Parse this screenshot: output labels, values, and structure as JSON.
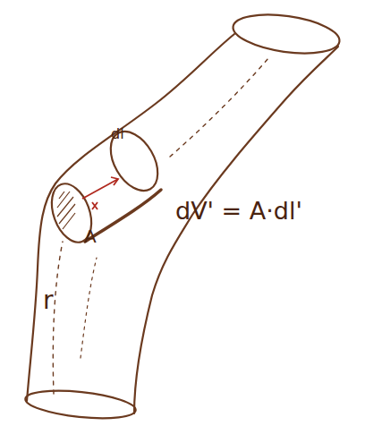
{
  "diagram": {
    "labels": [
      "dl",
      "A",
      "dV' = A·dl'",
      "r"
    ]
  }
}
